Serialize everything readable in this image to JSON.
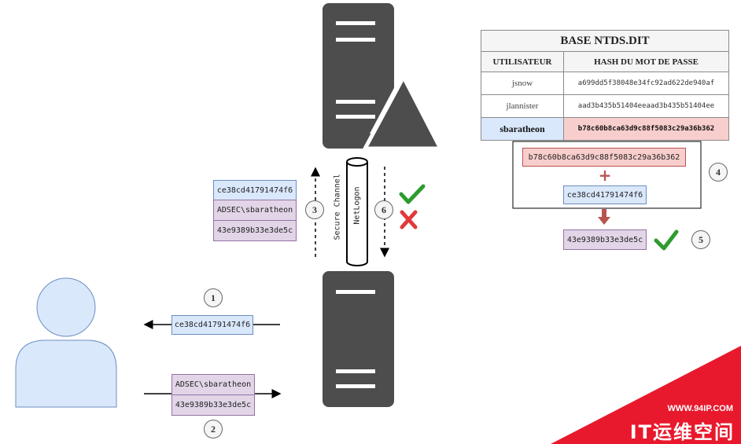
{
  "ntds_table": {
    "title": "BASE NTDS.DIT",
    "col_user": "UTILISATEUR",
    "col_hash": "HASH DU MOT DE PASSE",
    "rows": [
      {
        "user": "jsnow",
        "hash": "a699dd5f38048e34fc92ad622de940af"
      },
      {
        "user": "jlannister",
        "hash": "aad3b435b51404eeaad3b435b51404ee"
      },
      {
        "user": "sbaratheon",
        "hash": "b78c60b8ca63d9c88f5083c29a36b362"
      }
    ]
  },
  "challenge": "ce38cd41791474f6",
  "username": "ADSEC\\sbaratheon",
  "response": "43e9389b33e3de5c",
  "computation": {
    "hash": "b78c60b8ca63d9c88f5083c29a36b362",
    "plus": "+",
    "challenge": "ce38cd41791474f6",
    "result": "43e9389b33e3de5c"
  },
  "channel": {
    "secure": "Secure Channel",
    "netlogon": "NetLogon"
  },
  "steps": [
    "1",
    "2",
    "3",
    "4",
    "5",
    "6"
  ],
  "icons": {
    "check": "check-icon",
    "cross": "cross-icon",
    "warning": "warning-icon"
  },
  "watermark": {
    "url": "WWW.94IP.COM",
    "brand": "IT运维空间"
  },
  "colors": {
    "blue": "#dae8fc",
    "purple": "#e1d5e7",
    "red": "#f8cecc",
    "server": "#4d4d4d",
    "check": "#2e9b2e",
    "cross": "#e03a3a",
    "arrow_red": "#b85450",
    "watermark": "#e8192c"
  }
}
